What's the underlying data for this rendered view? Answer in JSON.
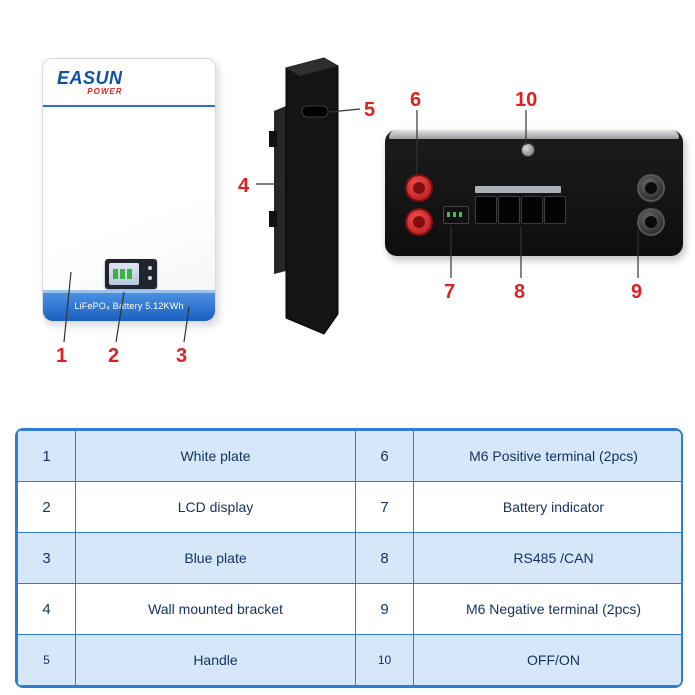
{
  "brand": {
    "easun": "EASUN",
    "power": "POWER",
    "battery_label": "LiFePO₄ Battery 5.12KWh"
  },
  "callouts": {
    "n1": "1",
    "n2": "2",
    "n3": "3",
    "n4": "4",
    "n5": "5",
    "n6": "6",
    "n7": "7",
    "n8": "8",
    "n9": "9",
    "n10": "10"
  },
  "table": {
    "rows": [
      [
        "1",
        "White plate",
        "6",
        "M6 Positive terminal (2pcs)"
      ],
      [
        "2",
        "LCD display",
        "7",
        "Battery indicator"
      ],
      [
        "3",
        "Blue plate",
        "8",
        "RS485 /CAN"
      ],
      [
        "4",
        "Wall mounted bracket",
        "9",
        "M6 Negative terminal (2pcs)"
      ],
      [
        "5",
        "Handle",
        "10",
        "OFF/ON"
      ]
    ]
  },
  "colors": {
    "callout_red": "#e01f1f",
    "table_border_blue": "#2e7cd6",
    "table_row_blue": "#d5e7f8",
    "band_blue": "#1b5fc0",
    "logo_blue": "#0f4fa8",
    "logo_red": "#e02020"
  }
}
